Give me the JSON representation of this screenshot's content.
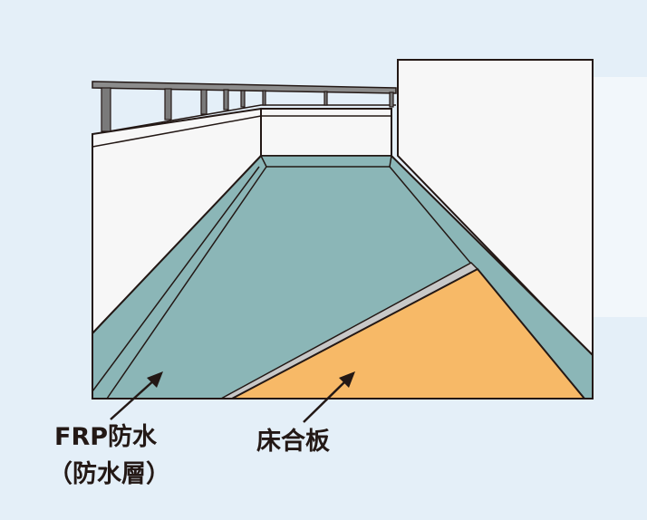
{
  "labels": {
    "frp_line1": "FRP防水",
    "frp_line2": "（防水層）",
    "floor": "床合板"
  },
  "colors": {
    "background": "#e4eff8",
    "wall": "#f7f7f7",
    "waterproof_layer": "#8bb6b7",
    "floor_plywood": "#f7b967",
    "outline": "#231815",
    "railing": "#7a7a7a"
  }
}
